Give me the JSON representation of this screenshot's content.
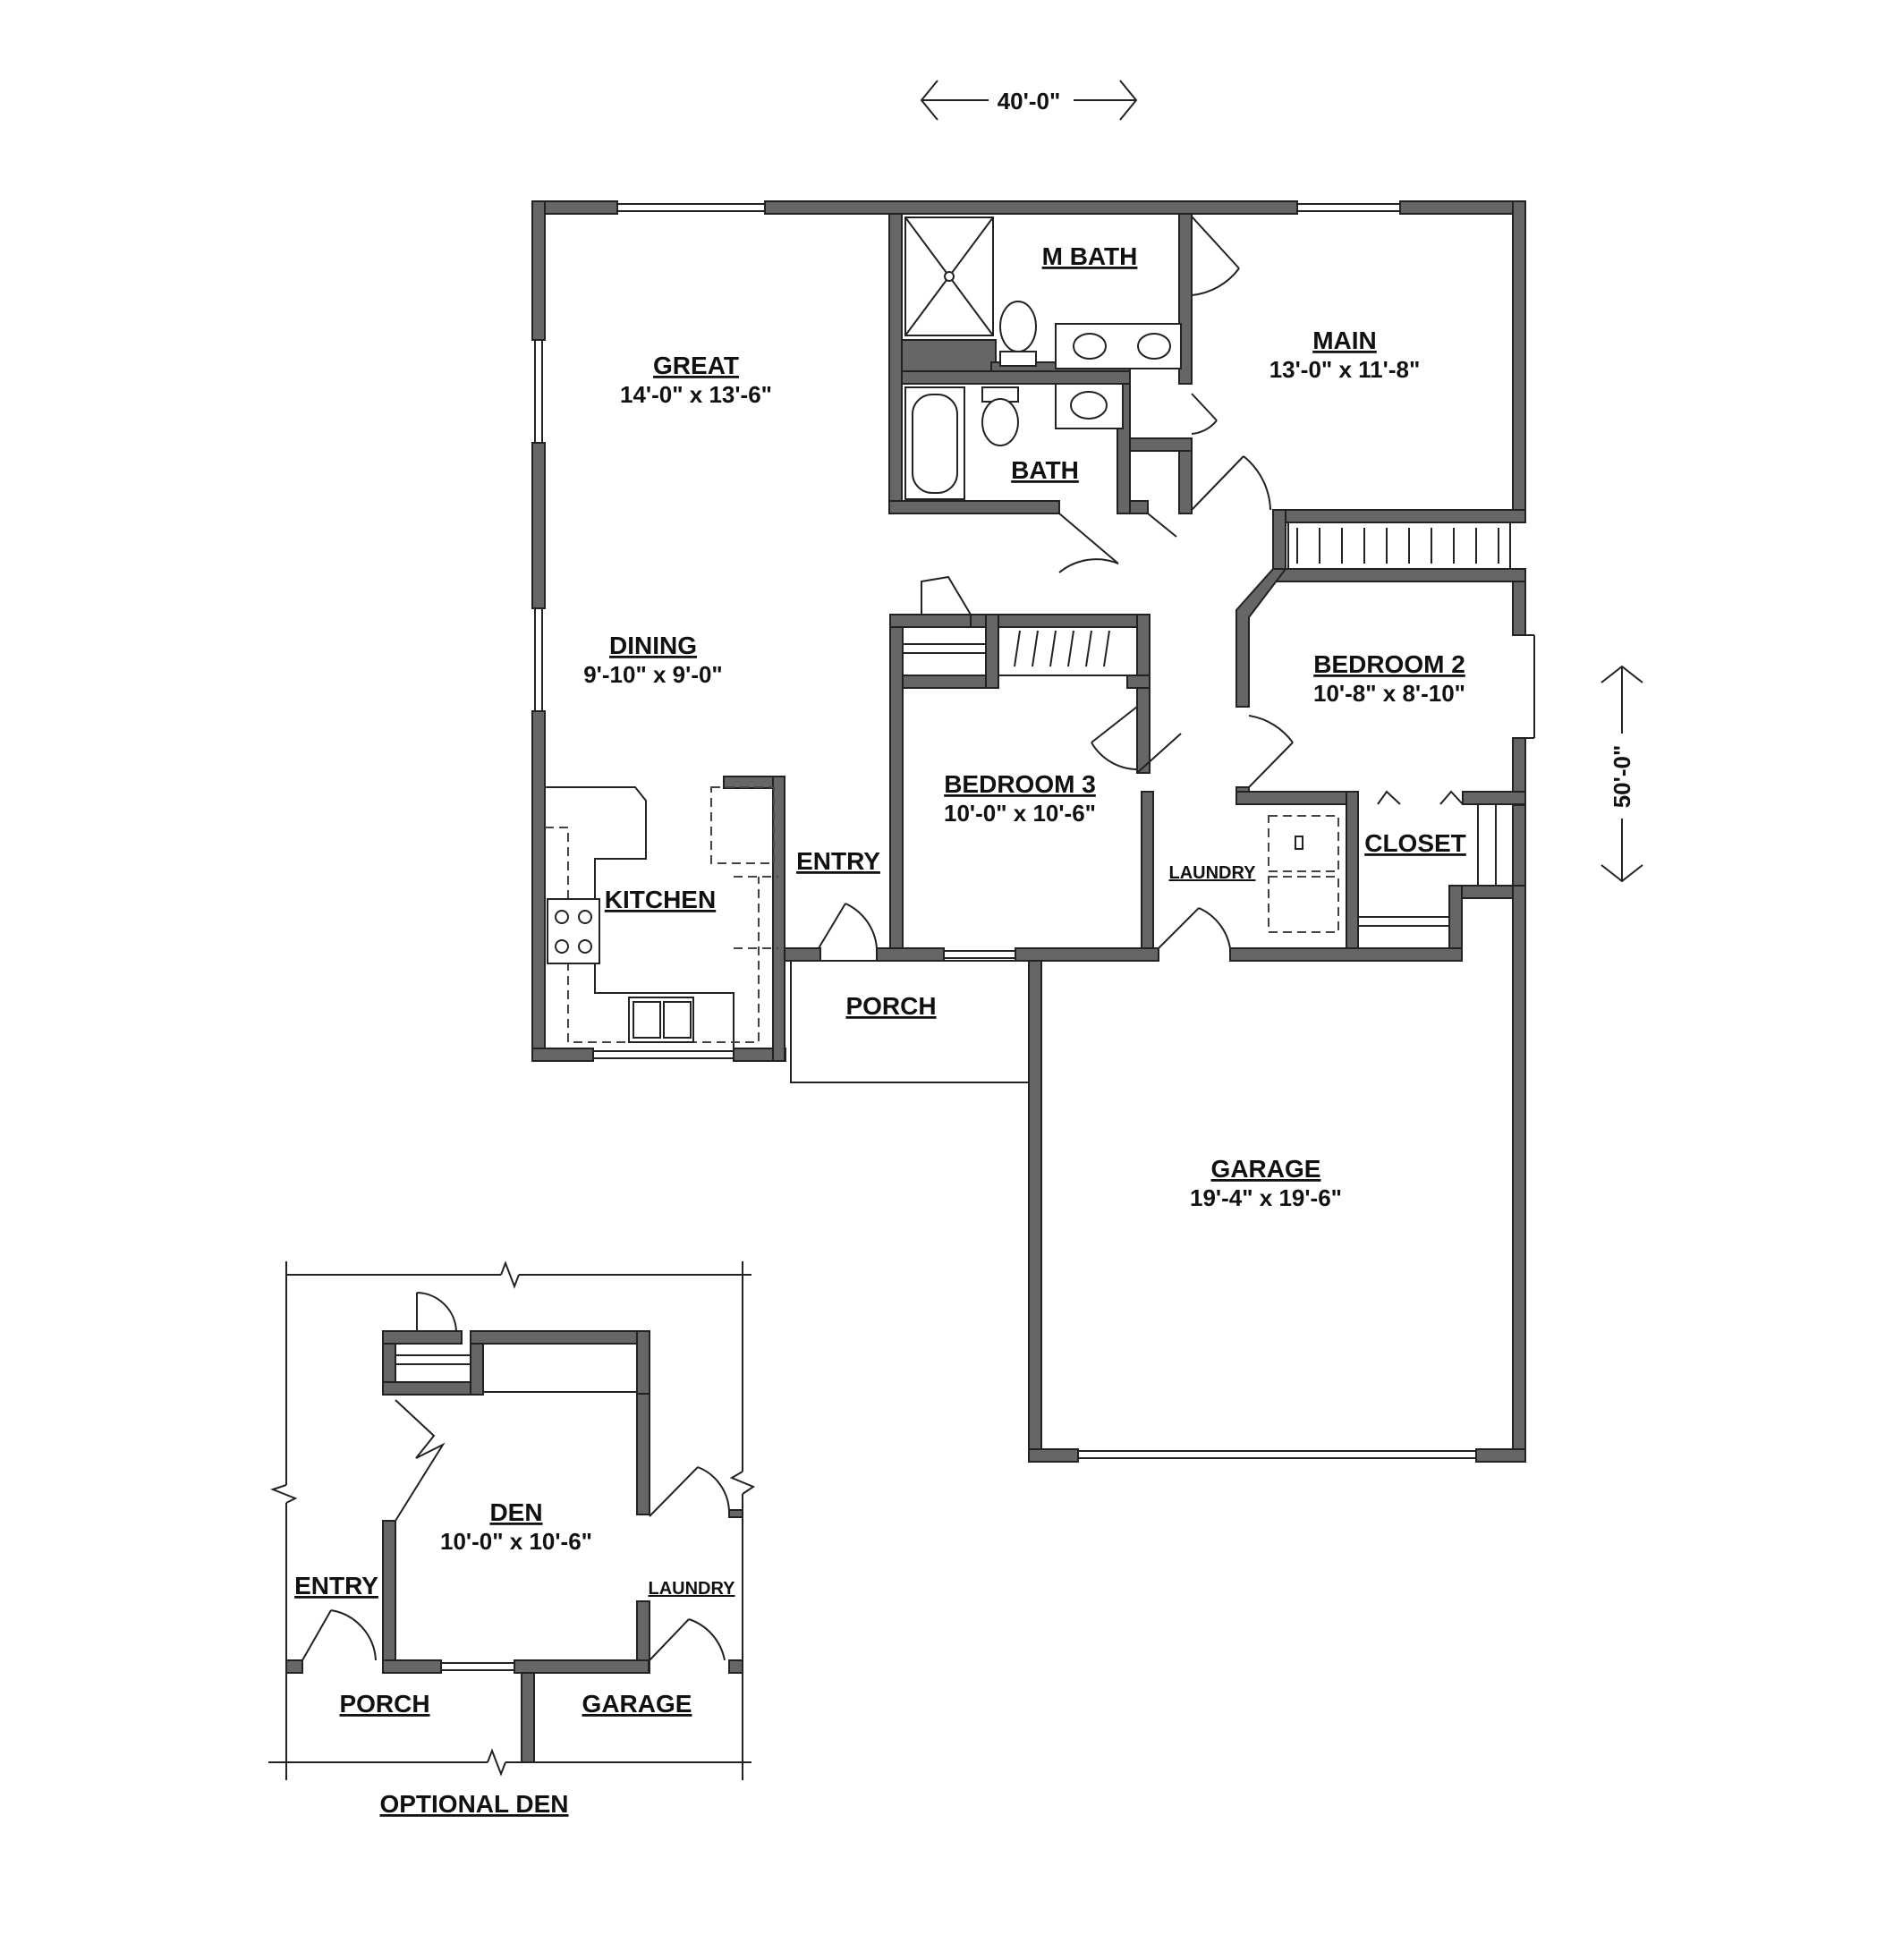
{
  "plan": {
    "width_dimension": "40'-0\"",
    "depth_dimension": "50'-0\"",
    "rooms": {
      "great": {
        "name": "GREAT",
        "size": "14'-0\" x 13'-6\""
      },
      "dining": {
        "name": "DINING",
        "size": "9'-10\" x 9'-0\""
      },
      "kitchen": {
        "name": "KITCHEN"
      },
      "entry": {
        "name": "ENTRY"
      },
      "porch": {
        "name": "PORCH"
      },
      "m_bath": {
        "name": "M BATH"
      },
      "bath": {
        "name": "BATH"
      },
      "main": {
        "name": "MAIN",
        "size": "13'-0\" x 11'-8\""
      },
      "bedroom2": {
        "name": "BEDROOM 2",
        "size": "10'-8\" x 8'-10\""
      },
      "bedroom3": {
        "name": "BEDROOM 3",
        "size": "10'-0\" x 10'-6\""
      },
      "laundry": {
        "name": "LAUNDRY"
      },
      "closet": {
        "name": "CLOSET"
      },
      "garage": {
        "name": "GARAGE",
        "size": "19'-4\" x 19'-6\""
      }
    }
  },
  "optional_den": {
    "title": "OPTIONAL DEN",
    "den": {
      "name": "DEN",
      "size": "10'-0\" x 10'-6\""
    },
    "entry": "ENTRY",
    "laundry": "LAUNDRY",
    "porch": "PORCH",
    "garage": "GARAGE"
  }
}
